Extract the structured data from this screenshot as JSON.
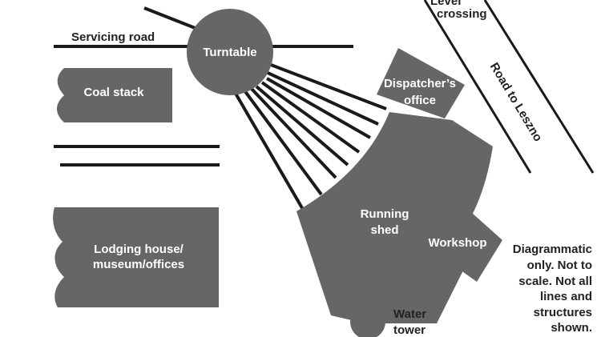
{
  "labels": {
    "servicing_road": "Servicing road",
    "turntable": "Turntable",
    "coal_stack": "Coal stack",
    "dispatcher_line1": "Dispatcher’s",
    "dispatcher_line2": "office",
    "level_line1": "Level",
    "level_line2": "crossing",
    "road": "Road to Leszno",
    "running_line1": "Running",
    "running_line2": "shed",
    "workshop": "Workshop",
    "lodging_line1": "Lodging house/",
    "lodging_line2": "museum/offices",
    "water_line1": "Water",
    "water_line2": "tower",
    "note_line1": "Diagrammatic",
    "note_line2": "only. Not to",
    "note_line3": "scale. Not all",
    "note_line4": "lines and",
    "note_line5": "structures",
    "note_line6": "shown."
  },
  "colors": {
    "structure_fill": "#666666",
    "line": "#1a1a1a",
    "background": "#ffffff"
  }
}
